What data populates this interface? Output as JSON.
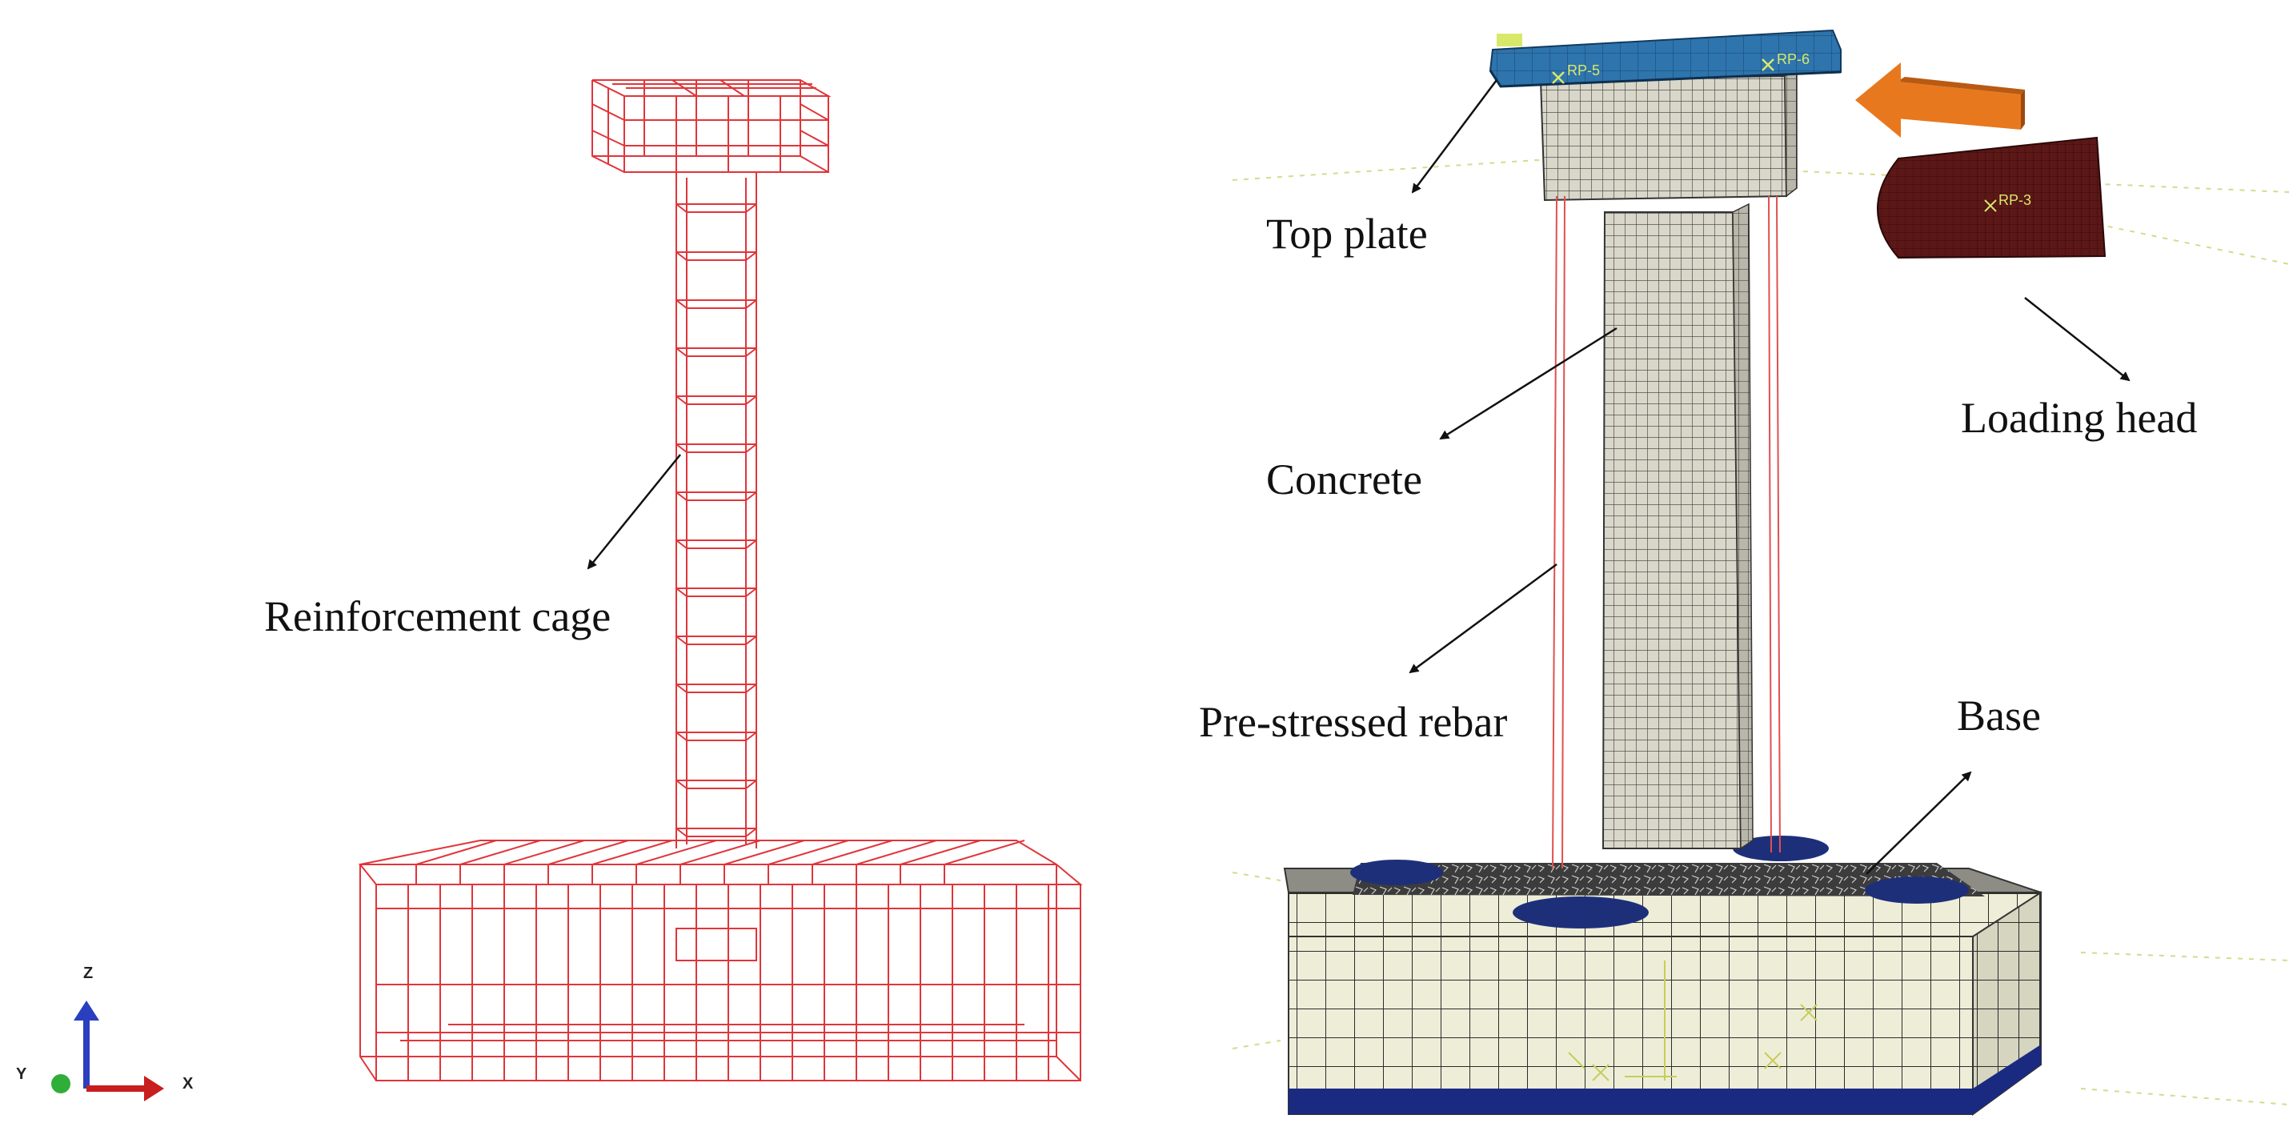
{
  "labels": {
    "reinforcement_cage": "Reinforcement  cage",
    "top_plate": "Top plate",
    "loading_head": "Loading head",
    "concrete": "Concrete",
    "prestressed_rebar": "Pre-stressed rebar",
    "base": "Base"
  },
  "reference_points": {
    "rp5": "RP-5",
    "rp6": "RP-6",
    "rp3": "RP-3"
  },
  "triad": {
    "z": "Z",
    "y": "Y",
    "x": "X"
  },
  "colors": {
    "cage": "#e0353a",
    "top_plate": "#2a6aa0",
    "loading_head": "#5a1a1a",
    "arrow_force": "#e8781e",
    "concrete_fill": "#d8d6c8",
    "base_fill": "#ecebd6",
    "base_bottom": "#1a2a80",
    "mesh_line": "#2b2b2b",
    "triad_z": "#2a3fbf",
    "triad_x": "#c81e1e",
    "triad_y": "#2fae3a"
  }
}
